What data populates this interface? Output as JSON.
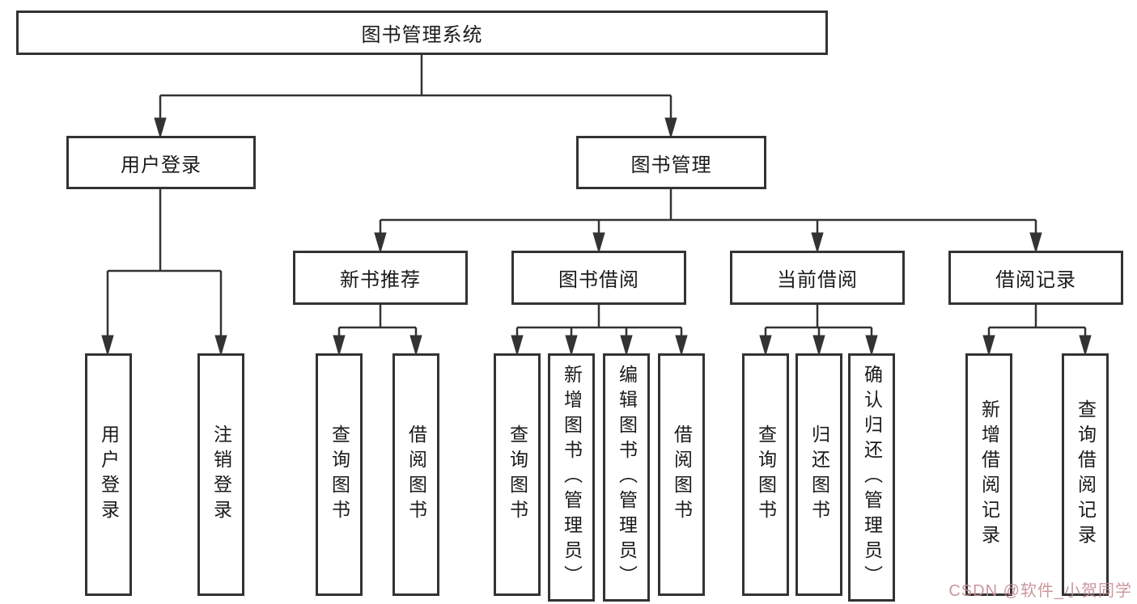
{
  "diagram": {
    "title": "图书管理系统",
    "level2": {
      "user_login": "用户登录",
      "book_mgmt": "图书管理"
    },
    "level3": {
      "new_book": "新书推荐",
      "borrow": "图书借阅",
      "current": "当前借阅",
      "records": "借阅记录"
    },
    "leaves": {
      "login": [
        "用户登录",
        "注销登录"
      ],
      "new_book": [
        "查询图书",
        "借阅图书"
      ],
      "borrow": [
        "查询图书",
        "新增图书（管理员）",
        "编辑图书（管理员）",
        "借阅图书"
      ],
      "current": [
        "查询图书",
        "归还图书",
        "确认归还（管理员）"
      ],
      "records": [
        "新增借阅记录",
        "查询借阅记录"
      ]
    }
  },
  "watermark": {
    "text": "CSDN @软件_小贺同学",
    "color": "#c58c91"
  },
  "colors": {
    "line": "#333333",
    "node_fill": "#ffffff",
    "text": "#1a1a1a",
    "background": "#ffffff"
  }
}
